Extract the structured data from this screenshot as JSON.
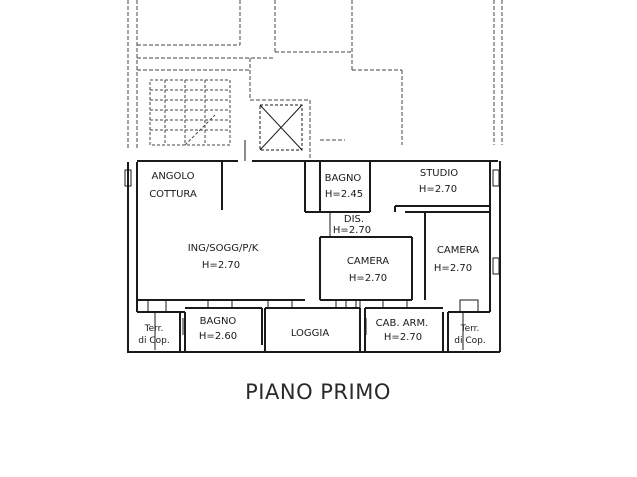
{
  "plan_title": "PIANO PRIMO",
  "rooms": {
    "angolo_cottura": {
      "line1": "ANGOLO",
      "line2": "COTTURA"
    },
    "bagno_top": {
      "name": "BAGNO",
      "height": "H=2.45"
    },
    "studio": {
      "name": "STUDIO",
      "height": "H=2.70"
    },
    "dis": {
      "name": "DIS.",
      "height": "H=2.70"
    },
    "ingresso": {
      "name": "ING/SOGG/P/K",
      "height": "H=2.70"
    },
    "camera_center": {
      "name": "CAMERA",
      "height": "H=2.70"
    },
    "camera_right": {
      "name": "CAMERA",
      "height": "H=2.70"
    },
    "bagno_bottom": {
      "name": "BAGNO",
      "height": "H=2.60"
    },
    "loggia": {
      "name": "LOGGIA"
    },
    "cab_arm": {
      "name": "CAB. ARM.",
      "height": "H=2.70"
    },
    "terr_left": {
      "line1": "Terr.",
      "line2": "di Cop."
    },
    "terr_right": {
      "line1": "Terr.",
      "line2": "di Cop."
    }
  },
  "colors": {
    "wall": "#1a1a1a",
    "dashed": "#444444",
    "background": "#ffffff"
  }
}
